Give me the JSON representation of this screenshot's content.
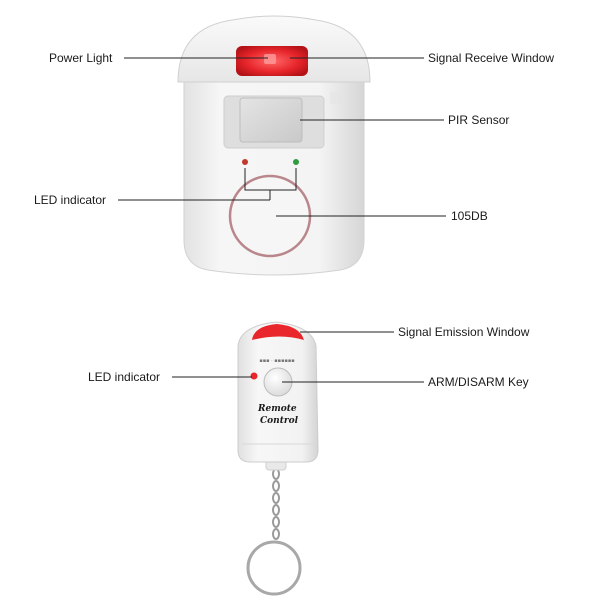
{
  "alarm_unit": {
    "callouts": {
      "power_light": "Power Light",
      "signal_receive_window": "Signal Receive Window",
      "pir_sensor": "PIR Sensor",
      "led_indicator": "LED indicator",
      "speaker": "105DB"
    }
  },
  "remote": {
    "callouts": {
      "signal_emission_window": "Signal Emission Window",
      "led_indicator": "LED indicator",
      "arm_disarm_key": "ARM/DISARM Key"
    },
    "printed_text": {
      "line1": "Remote",
      "line2": "Control"
    }
  },
  "colors": {
    "housing": "#f3f3f3",
    "window_red": "#e8262b",
    "led_red": "#c0392b",
    "led_green": "#2e9b3e",
    "speaker_ring": "#b9868c",
    "callout_line": "#222222"
  }
}
